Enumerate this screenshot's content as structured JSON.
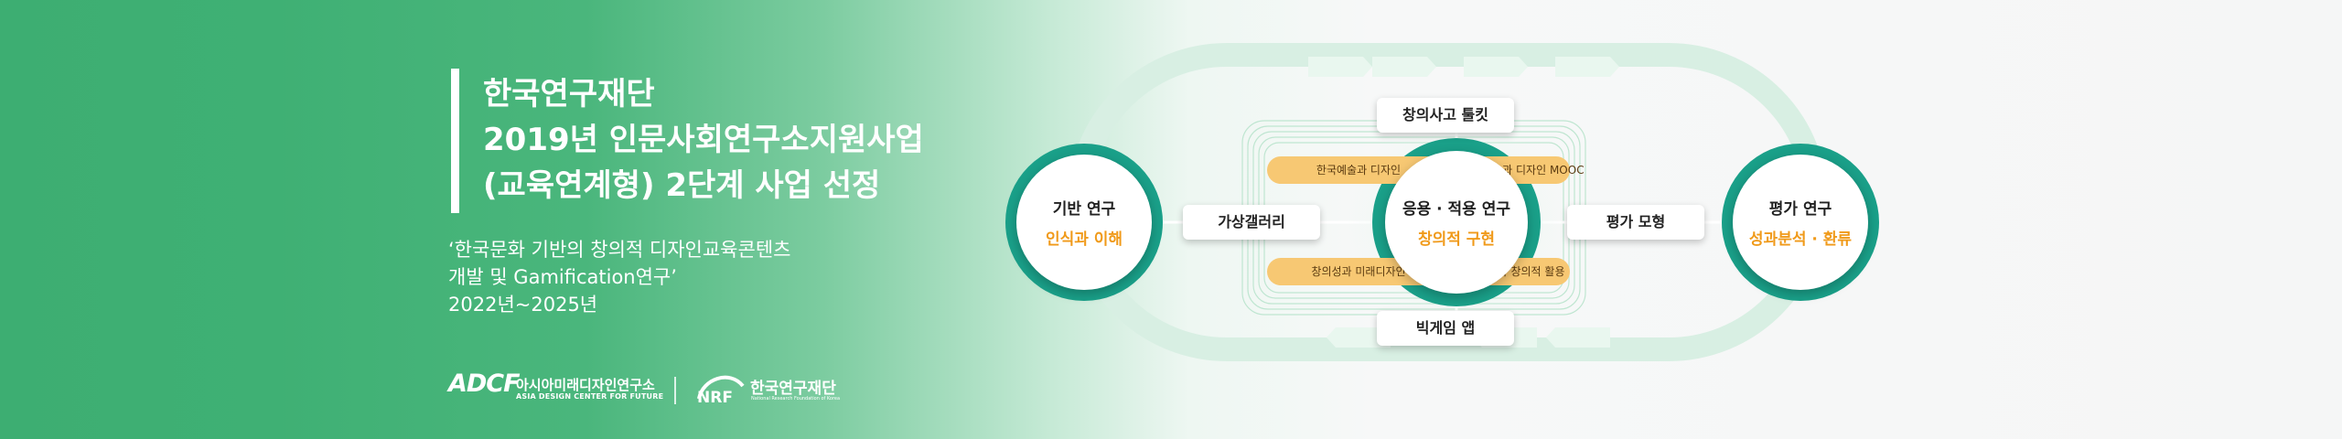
{
  "header": {
    "title_lines": [
      "한국연구재단",
      "2019년 인문사회연구소지원사업",
      "(교육연계형) 2단계 사업 선정"
    ],
    "subtitle_lines": [
      "‘한국문화 기반의 창의적 디자인교육콘텐츠",
      "개발 및 Gamification연구’",
      "2022년~2025년"
    ]
  },
  "logos": {
    "adcf_mark": "ADCF",
    "adcf_korean": "아시아미래디자인연구소",
    "adcf_english": "ASIA DESIGN CENTER FOR FUTURE",
    "nrf_mark": "NRF",
    "nrf_korean": "한국연구재단",
    "nrf_english": "National Research Foundation of Korea"
  },
  "diagram": {
    "left_circle": {
      "title": "기반 연구",
      "subtitle": "인식과 이해"
    },
    "center_circle": {
      "title": "응용 · 적용 연구",
      "subtitle": "창의적 구현"
    },
    "right_circle": {
      "title": "평가 연구",
      "subtitle": "성과분석 · 환류"
    },
    "top_box": "창의사고 툴킷",
    "bottom_box": "빅게임 앱",
    "left_box": "가상갤러리",
    "right_box": "평가 모형",
    "tags": [
      "한국예술과 디자인",
      "한국예술과 디자인 MOOC",
      "창의성과 미래디자인",
      "디자인과 창의적 활용"
    ]
  },
  "colors": {
    "accent_green": "#3dae72",
    "teal": "#1ba08b",
    "orange_text": "#f09a1a",
    "orange_tag": "#f7c873"
  }
}
